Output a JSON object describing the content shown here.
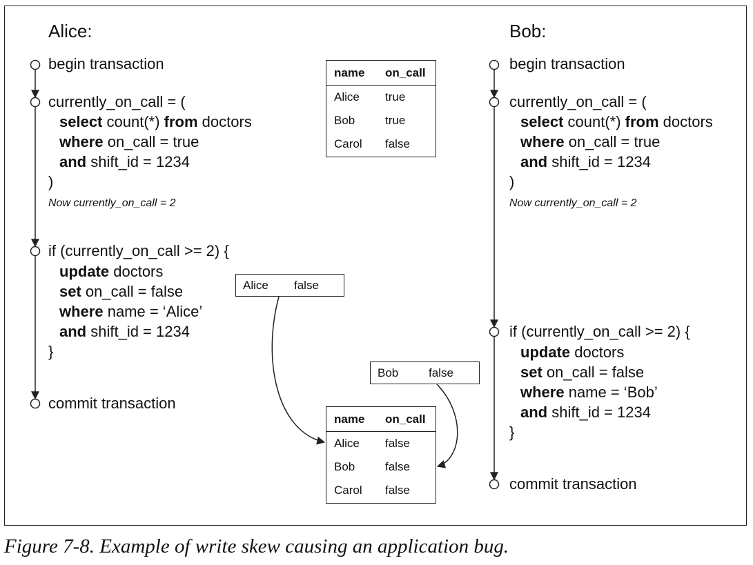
{
  "alice": {
    "label": "Alice:",
    "begin": "begin transaction",
    "query_open": "currently_on_call = (",
    "q1_kw": "select",
    "q1_rest": " count(*) ",
    "q1_kw2": "from",
    "q1_rest2": " doctors",
    "q2_kw": "where",
    "q2_rest": " on_call = true",
    "q3_kw": "and",
    "q3_rest": " shift_id = 1234",
    "query_close": ")",
    "note": "Now currently_on_call = 2",
    "if_line": "if (currently_on_call >= 2) {",
    "u1_kw": "update",
    "u1_rest": " doctors",
    "u2_kw": "set",
    "u2_rest": " on_call = false",
    "u3_kw": "where",
    "u3_rest": " name = ‘Alice’",
    "u4_kw": "and",
    "u4_rest": " shift_id = 1234",
    "brace_close": "}",
    "commit": "commit transaction"
  },
  "bob": {
    "label": "Bob:",
    "begin": "begin transaction",
    "query_open": "currently_on_call = (",
    "q1_kw": "select",
    "q1_rest": " count(*) ",
    "q1_kw2": "from",
    "q1_rest2": " doctors",
    "q2_kw": "where",
    "q2_rest": " on_call = true",
    "q3_kw": "and",
    "q3_rest": " shift_id = 1234",
    "query_close": ")",
    "note": "Now currently_on_call = 2",
    "if_line": "if (currently_on_call >= 2) {",
    "u1_kw": "update",
    "u1_rest": " doctors",
    "u2_kw": "set",
    "u2_rest": " on_call = false",
    "u3_kw": "where",
    "u3_rest": " name = ‘Bob’",
    "u4_kw": "and",
    "u4_rest": " shift_id = 1234",
    "brace_close": "}",
    "commit": "commit transaction"
  },
  "table_before": {
    "headers": [
      "name",
      "on_call"
    ],
    "rows": [
      [
        "Alice",
        "true"
      ],
      [
        "Bob",
        "true"
      ],
      [
        "Carol",
        "false"
      ]
    ]
  },
  "table_after": {
    "headers": [
      "name",
      "on_call"
    ],
    "rows": [
      [
        "Alice",
        "false"
      ],
      [
        "Bob",
        "false"
      ],
      [
        "Carol",
        "false"
      ]
    ]
  },
  "write_alice": {
    "name": "Alice",
    "value": "false"
  },
  "write_bob": {
    "name": "Bob",
    "value": "false"
  },
  "caption": "Figure 7-8. Example of write skew causing an application bug."
}
